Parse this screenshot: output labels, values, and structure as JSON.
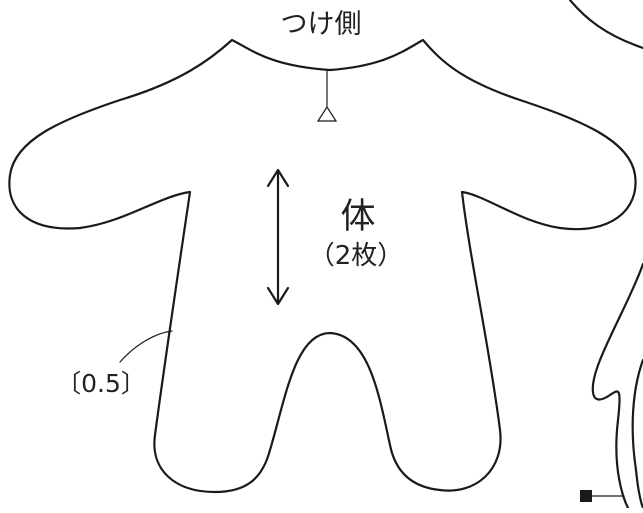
{
  "pattern": {
    "neck_label": "つけ側",
    "piece_name": "体",
    "piece_count": "（2枚）",
    "seam_allowance": "〔0.5〕"
  },
  "colors": {
    "line": "#1a1a1a",
    "text": "#222222",
    "background": "#ffffff"
  }
}
